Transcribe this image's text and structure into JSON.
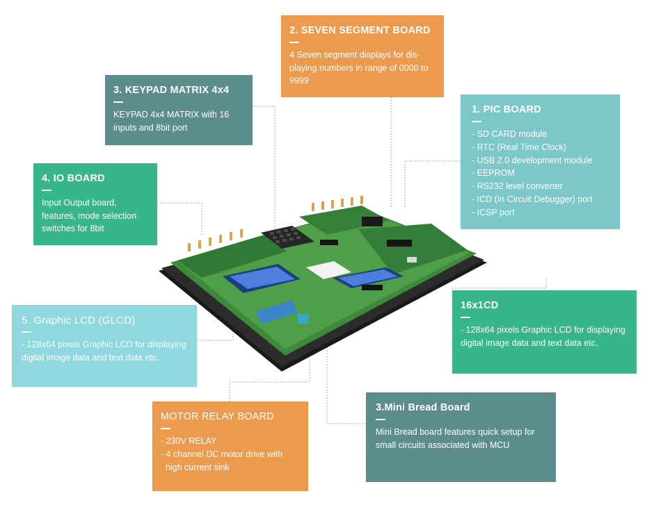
{
  "cards": {
    "seven_segment": {
      "title": "2. SEVEN SEGMENT BOARD",
      "desc": "4 Seven segment displays for dis-playing numbers in range of 0000 to 9999",
      "color": "#ec9a4e"
    },
    "keypad": {
      "title": "3. KEYPAD MATRIX 4x4",
      "desc": "KEYPAD 4x4 MATRIX with 16 inputs and 8bit port",
      "color": "#5b8d8c"
    },
    "pic_board": {
      "title": "1. PIC BOARD",
      "items": [
        "- SD CARD module",
        "- RTC (Real Time Clock)",
        "- USB 2.0 development module",
        "- EEPROM",
        "- RS232 level converter",
        "- ICD (In Circuit Debugger) port",
        "- ICSP port"
      ],
      "color": "#7cc8c8"
    },
    "io_board": {
      "title": "4. IO BOARD",
      "desc": "Input Output board, features, mode selection switches for 8bit",
      "color": "#37b58b"
    },
    "lcd16": {
      "title": "16x1CD",
      "desc": "- 128x64 pixels Graphic LCD for displaying digital image data and text data etc.",
      "color": "#37b58b"
    },
    "glcd": {
      "title": "5. Graphic LCD (GLCD)",
      "desc": "- 128x64 pixels Graphic LCD for displaying digital image data and text data etc.",
      "color": "#8fd8de"
    },
    "motor_relay": {
      "title": "MOTOR RELAY BOARD",
      "items": [
        "- 230V RELAY",
        "- 4 channel DC motor drive with",
        "  high current sink"
      ],
      "color": "#ec9a4e"
    },
    "bread_board": {
      "title": "3.Mini Bread Board",
      "desc": "Mini Bread board features quick setup for small circuits associated with MCU",
      "color": "#5b8d8c"
    }
  }
}
